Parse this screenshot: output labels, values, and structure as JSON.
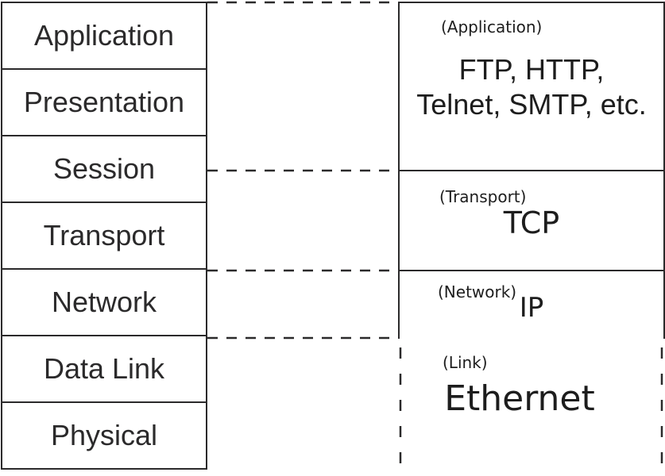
{
  "colors": {
    "ink": "#2b2a2b",
    "text": "#1d1d1d",
    "background": "#ffffff"
  },
  "osi_stack": {
    "layers": [
      {
        "label": "Application"
      },
      {
        "label": "Presentation"
      },
      {
        "label": "Session"
      },
      {
        "label": "Transport"
      },
      {
        "label": "Network"
      },
      {
        "label": "Data Link"
      },
      {
        "label": "Physical"
      }
    ]
  },
  "protocol_stack": {
    "sections": [
      {
        "layer_label": "(Application)",
        "protocols": "FTP, HTTP,\nTelnet, SMTP, etc."
      },
      {
        "layer_label": "(Transport)",
        "protocols": "TCP"
      },
      {
        "layer_label": "(Network)",
        "protocols": "IP"
      },
      {
        "layer_label": "(Link)",
        "protocols": "Ethernet"
      }
    ]
  }
}
